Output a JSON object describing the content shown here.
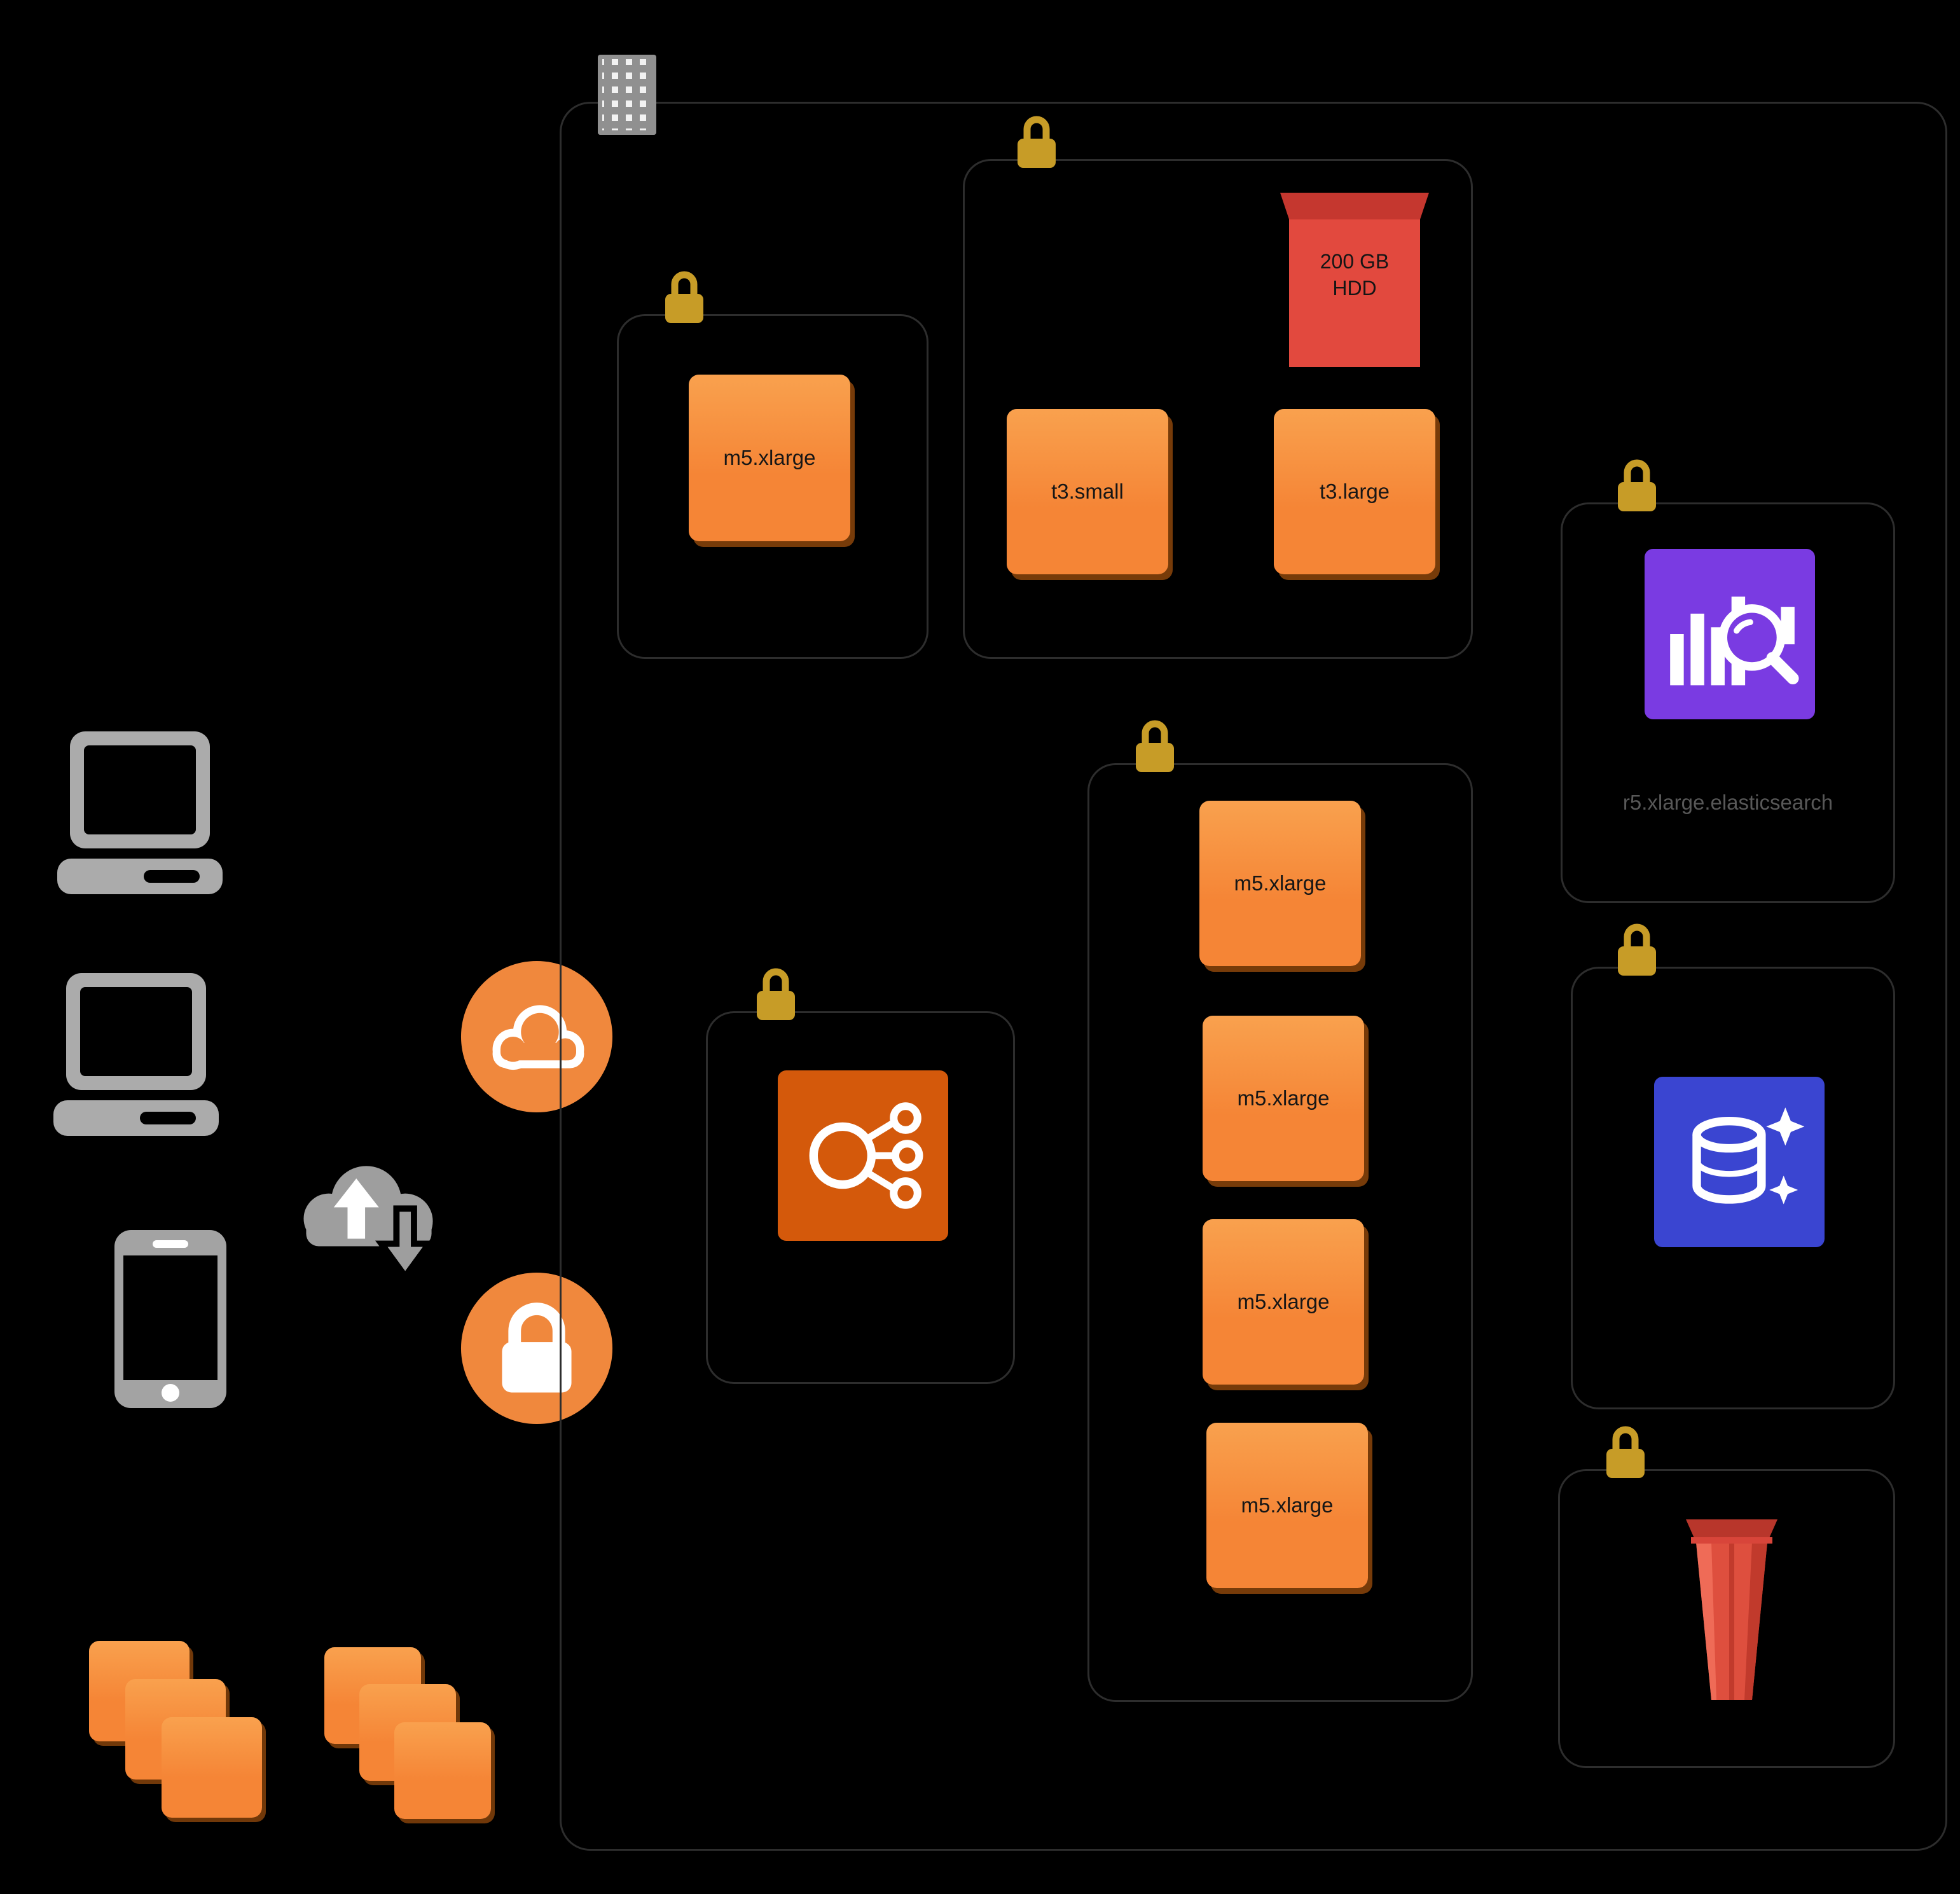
{
  "colors": {
    "bg": "#000000",
    "border": "#2D2D2D",
    "orange": "#F58536",
    "orange-dark": "#D4590B",
    "gold": "#C79C27",
    "red": "#E2493E",
    "red-dark": "#C5372F",
    "purple": "#7A3BE2",
    "blue": "#3A45D1",
    "grey": "#A8A8A8",
    "s3red": "#DE4F3E"
  },
  "vpc": {
    "subnet_web": {
      "instance": "m5.xlarge"
    },
    "subnet_bastion": {
      "volume_line1": "200 GB",
      "volume_line2": "HDD",
      "instances": [
        "t3.small",
        "t3.large"
      ]
    },
    "subnet_search": {
      "label": "r5.xlarge.elasticsearch"
    },
    "subnet_app": {
      "instances": [
        "m5.xlarge",
        "m5.xlarge",
        "m5.xlarge",
        "m5.xlarge"
      ]
    }
  }
}
